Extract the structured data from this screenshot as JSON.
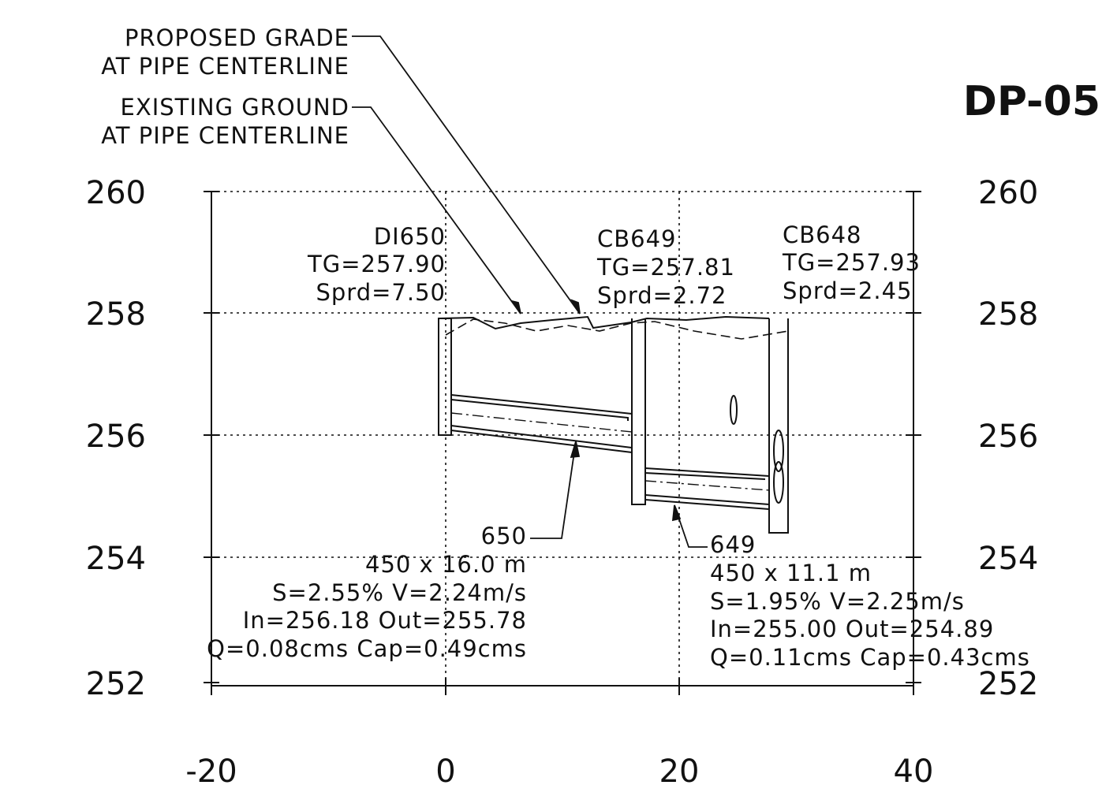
{
  "title": "DP-05",
  "axis": {
    "x_ticks": [
      "-20",
      "0",
      "20",
      "40"
    ],
    "y_ticks_left": [
      "260",
      "258",
      "256",
      "254",
      "252"
    ],
    "y_ticks_right": [
      "260",
      "258",
      "256",
      "254",
      "252"
    ]
  },
  "callouts": {
    "proposed_grade": [
      "PROPOSED GRADE",
      "AT PIPE CENTERLINE"
    ],
    "existing_ground": [
      "EXISTING GROUND",
      "AT PIPE CENTERLINE"
    ]
  },
  "structures": [
    {
      "name": "DI650",
      "tg": "TG=257.90",
      "sprd": "Sprd=7.50"
    },
    {
      "name": "CB649",
      "tg": "TG=257.81",
      "sprd": "Sprd=2.72"
    },
    {
      "name": "CB648",
      "tg": "TG=257.93",
      "sprd": "Sprd=2.45"
    }
  ],
  "pipes": [
    {
      "id": "650",
      "size": "450 x 16.0 m",
      "slope_vel": "S=2.55% V=2.24m/s",
      "inverts": "In=256.18 Out=255.78",
      "flow": "Q=0.08cms Cap=0.49cms"
    },
    {
      "id": "649",
      "size": "450 x 11.1 m",
      "slope_vel": "S=1.95% V=2.25m/s",
      "inverts": "In=255.00 Out=254.89",
      "flow": "Q=0.11cms Cap=0.43cms"
    }
  ]
}
